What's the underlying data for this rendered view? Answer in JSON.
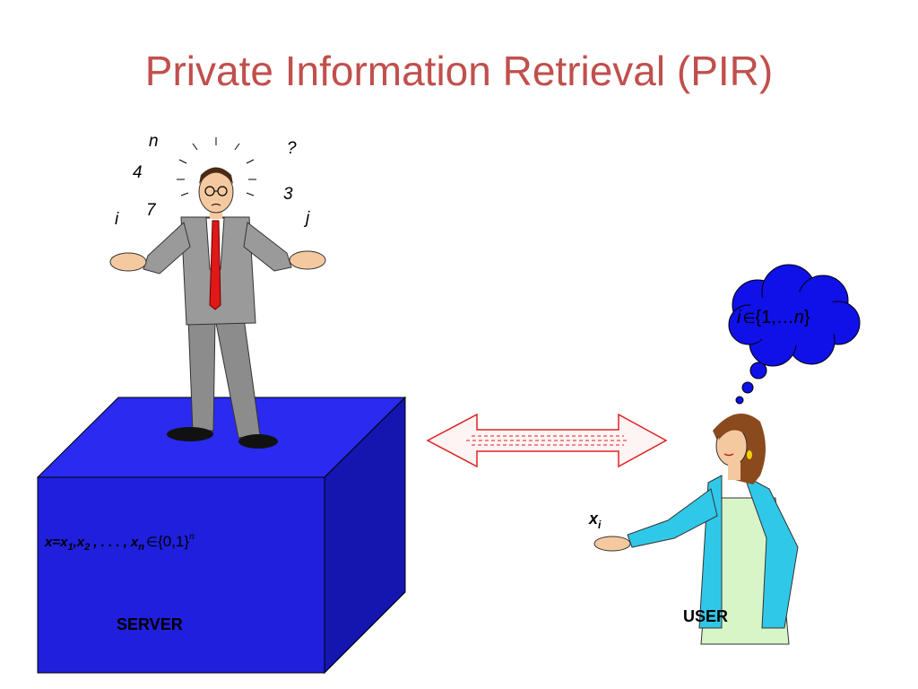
{
  "title": "Private Information Retrieval (PIR)",
  "server": {
    "label": "SERVER",
    "db_x": "x",
    "db_eq": "=",
    "db_x1": "x",
    "db_sub1": "1",
    "db_comma1": ",",
    "db_x2": "x",
    "db_sub2": "2",
    "db_dots": " , . . . ,",
    "db_xn": "x",
    "db_subn": "n",
    "db_in": "∈",
    "db_set": "{0,1}",
    "db_sup": "n"
  },
  "user": {
    "label": "USER",
    "response_x": "x",
    "response_sub": "i"
  },
  "thought": {
    "i": "i",
    "in": "∈",
    "set_open": "{1,…",
    "n": "n",
    "set_close": "}"
  },
  "confusion_symbols": [
    "n",
    "4",
    "7",
    "i",
    "?",
    "3",
    "j"
  ],
  "colors": {
    "title": "#c0504d",
    "cube_front": "#1f1fdc",
    "cube_top": "#2a2af0",
    "cube_side": "#1515b0",
    "arrow": "#e02020",
    "cloud": "#1010e8",
    "jacket_server": "#9a9a9a",
    "tie": "#e01818",
    "jacket_user": "#30c8e8"
  }
}
